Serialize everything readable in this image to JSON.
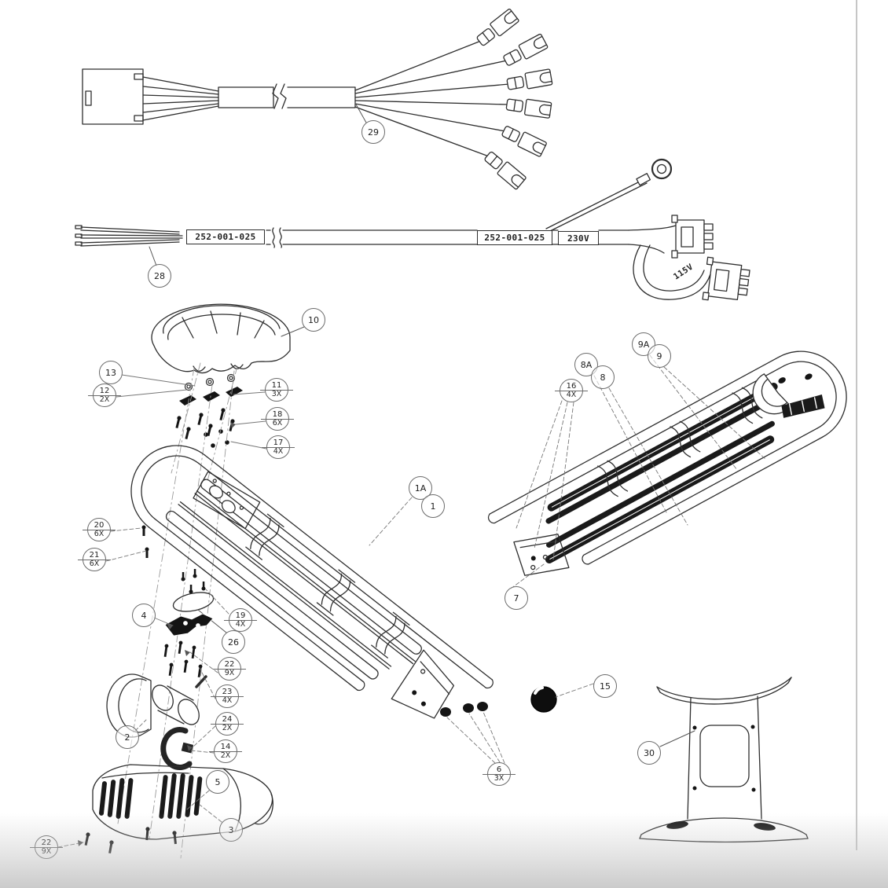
{
  "cable28": {
    "part_label_left": "252-001-025",
    "part_label_right": "252-001-025",
    "voltage_boxed": "230V",
    "voltage_rotated": "115V"
  },
  "callouts": {
    "c29": {
      "num": "29"
    },
    "c28": {
      "num": "28"
    },
    "c10": {
      "num": "10"
    },
    "c13": {
      "num": "13"
    },
    "c12": {
      "num": "12",
      "qty": "2X"
    },
    "c11": {
      "num": "11",
      "qty": "3X"
    },
    "c18": {
      "num": "18",
      "qty": "6X"
    },
    "c17": {
      "num": "17",
      "qty": "4X"
    },
    "c1A": {
      "num": "1A"
    },
    "c1": {
      "num": "1"
    },
    "c20": {
      "num": "20",
      "qty": "6X"
    },
    "c21": {
      "num": "21",
      "qty": "6X"
    },
    "c4": {
      "num": "4"
    },
    "c19": {
      "num": "19",
      "qty": "4X"
    },
    "c26": {
      "num": "26"
    },
    "c22a": {
      "num": "22",
      "qty": "9X"
    },
    "c23": {
      "num": "23",
      "qty": "4X"
    },
    "c24": {
      "num": "24",
      "qty": "2X"
    },
    "c14": {
      "num": "14",
      "qty": "2X"
    },
    "c2": {
      "num": "2"
    },
    "c5": {
      "num": "5"
    },
    "c3": {
      "num": "3"
    },
    "c22b": {
      "num": "22",
      "qty": "9X"
    },
    "c6": {
      "num": "6",
      "qty": "3X"
    },
    "c15": {
      "num": "15"
    },
    "c30": {
      "num": "30"
    },
    "c9A": {
      "num": "9A"
    },
    "c9": {
      "num": "9"
    },
    "c8A": {
      "num": "8A"
    },
    "c8": {
      "num": "8"
    },
    "c16": {
      "num": "16",
      "qty": "4X"
    },
    "c7": {
      "num": "7"
    }
  },
  "colors": {
    "linework": "#2e2e2e",
    "dark_fill": "#141414",
    "callout_border": "#6b6b6b",
    "page_edge": "#c6c6c6",
    "bottom_fade": "#bebebe"
  }
}
